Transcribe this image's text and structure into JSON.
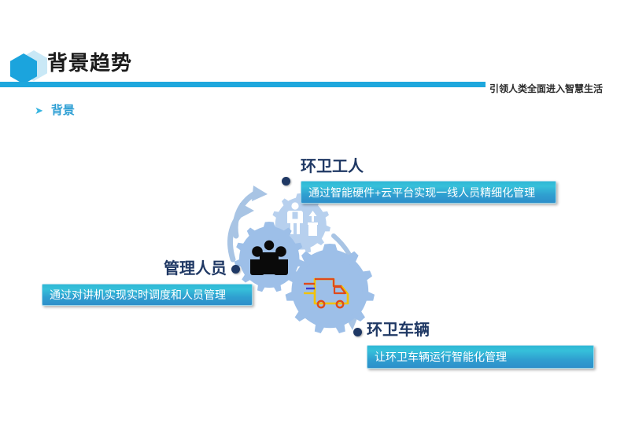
{
  "header": {
    "title": "背景趋势",
    "tagline": "引领人类全面进入智慧生活",
    "logo_icon": "hexagon-logo-icon",
    "rule_color": "#1ea7dd",
    "title_color": "#1b1b1b"
  },
  "section": {
    "bullet_icon": "arrow-bullet-icon",
    "bullet_label": "背景",
    "bullet_color": "#2e9fd4"
  },
  "diagram": {
    "accent_color": "#1f3864",
    "gear_color": "#9dbfe8",
    "gear_color_light": "#b7d0ee",
    "arrow_color": "#a8c4e4",
    "nodes": [
      {
        "id": "worker",
        "title": "环卫工人",
        "description": "通过智能硬件+云平台实现一线人员精细化管理",
        "icon": "sanitation-worker-icon"
      },
      {
        "id": "manager",
        "title": "管理人员",
        "description": "通过对讲机实现实时调度和人员管理",
        "icon": "people-group-icon"
      },
      {
        "id": "vehicle",
        "title": "环卫车辆",
        "description": "让环卫车辆运行智能化管理",
        "icon": "sanitation-truck-icon"
      }
    ]
  }
}
